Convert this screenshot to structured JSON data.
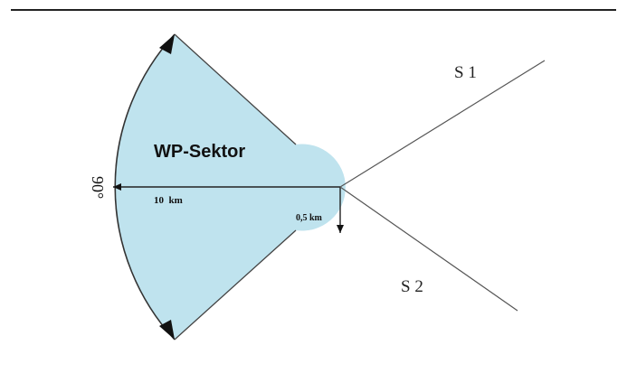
{
  "diagram": {
    "sector_label": "WP-Sektor",
    "angle_label": "90°",
    "radius_label": "10  km",
    "inner_radius_label": "0,5 km",
    "s1_label": "S 1",
    "s2_label": "S 2",
    "colors": {
      "fill": "#bfe3ee",
      "line": "#3a3a3a",
      "text": "#111111"
    }
  }
}
